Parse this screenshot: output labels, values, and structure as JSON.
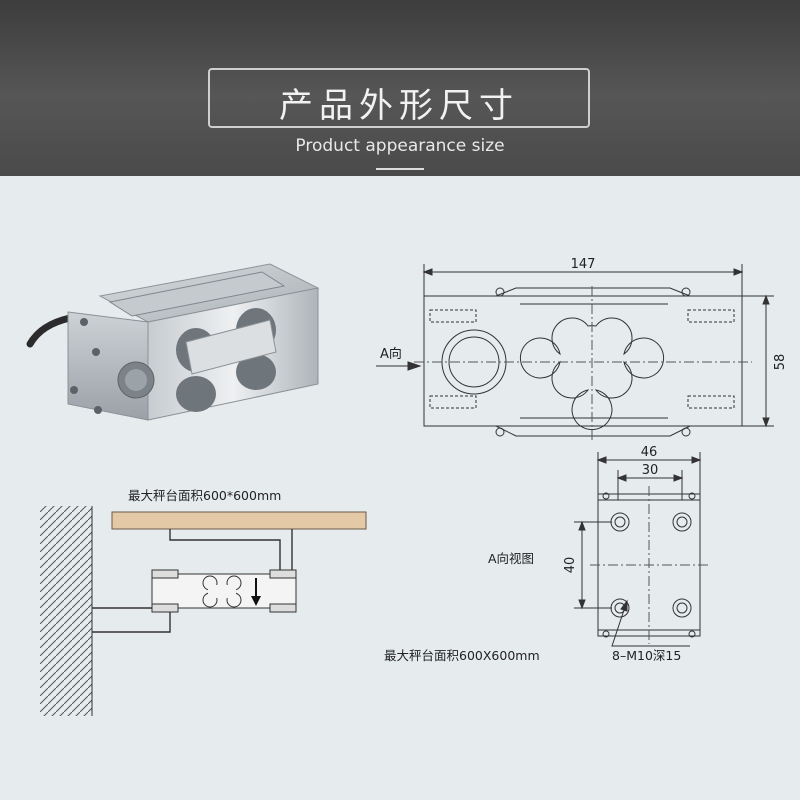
{
  "header": {
    "title": "产品外形尺寸",
    "subtitle": "Product appearance size"
  },
  "installation": {
    "platform_label": "最大秤台面积600*600mm"
  },
  "front_view": {
    "width_dim": "147",
    "height_dim": "58",
    "direction_label": "A向"
  },
  "side_view": {
    "title": "A向视图",
    "outer_width_dim": "46",
    "inner_width_dim": "30",
    "hole_spacing_dim": "40",
    "thread_label": "8–M10深15",
    "platform_label": "最大秤台面积600X600mm"
  },
  "colors": {
    "banner": "#4a4a4a",
    "background": "#e6ebee",
    "platform_wood": "#e3c9a6",
    "steel": "#b9bec3"
  }
}
